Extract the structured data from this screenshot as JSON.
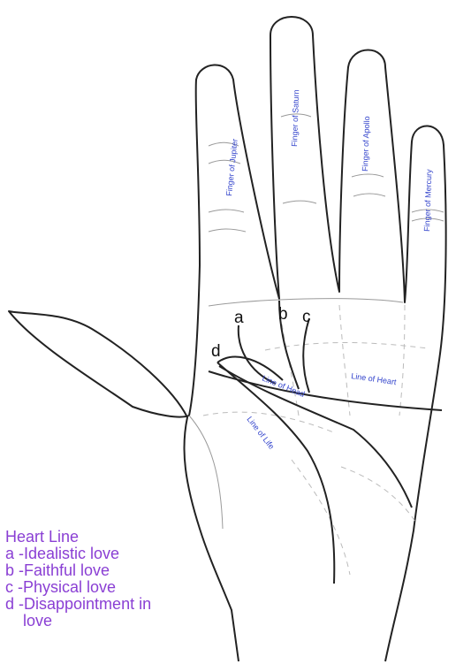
{
  "fingers": {
    "jupiter": "Finger of Jupiter",
    "saturn": "Finger of Saturn",
    "apollo": "Finger of Apollo",
    "mercury": "Finger of Mercury"
  },
  "lines": {
    "head": "Line of Head",
    "heart": "Line of Heart",
    "life": "Line of Life"
  },
  "branches": {
    "a": "a",
    "b": "b",
    "c": "c",
    "d": "d"
  },
  "legend": {
    "title": "Heart Line",
    "items": [
      "a -Idealistic love",
      "b -Faithful love",
      "c -Physical love",
      "d -Disappointment in",
      "love"
    ]
  },
  "colors": {
    "label_blue": "#3344cc",
    "legend_purple": "#8a3fd4",
    "outline": "#222222"
  }
}
